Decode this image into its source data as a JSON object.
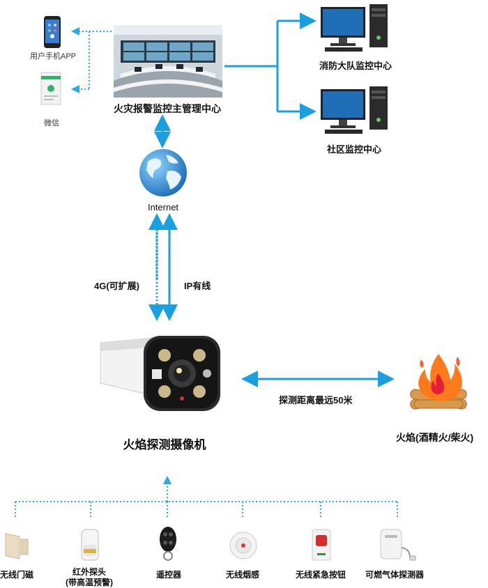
{
  "nodes": {
    "phone_app": "用户手机APP",
    "wechat": "微信",
    "main_center": "火灾报警监控主管理中心",
    "fire_brigade": "消防大队监控中心",
    "community": "社区监控中心",
    "internet": "Internet",
    "camera": "火焰探测摄像机",
    "flame": "火焰(酒精火/柴火)"
  },
  "links": {
    "cellular": "4G(可扩展)",
    "wired": "IP有线",
    "distance": "探测距离最远50米"
  },
  "sensors": [
    {
      "label": "无线门磁"
    },
    {
      "label": "红外探头",
      "sub": "(带高温预警)"
    },
    {
      "label": "遥控器"
    },
    {
      "label": "无线烟感"
    },
    {
      "label": "无线紧急按钮"
    },
    {
      "label": "可燃气体探测器"
    }
  ],
  "colors": {
    "arrow": "#1a9fe0",
    "dotted": "#2aa8e8"
  }
}
